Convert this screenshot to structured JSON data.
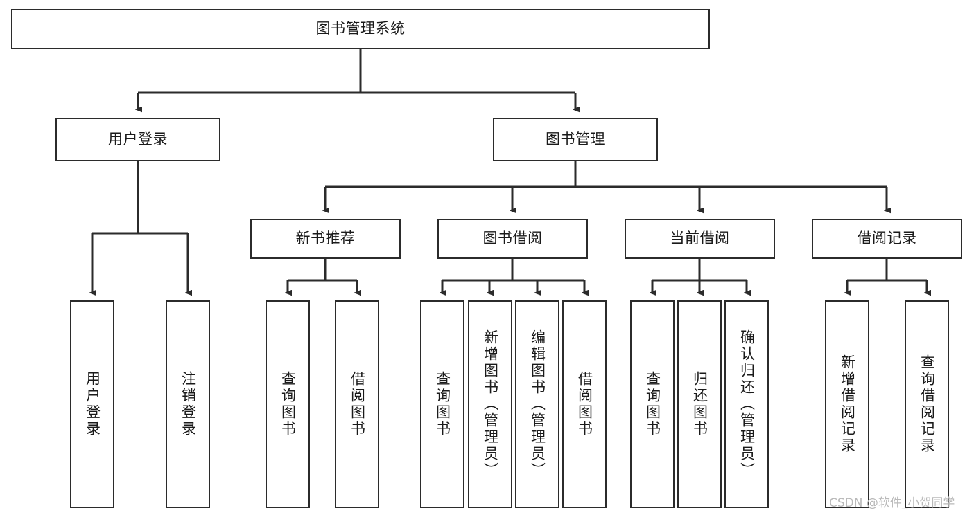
{
  "diagram": {
    "title": "图书管理系统",
    "type": "hierarchy-tree",
    "watermark": "CSDN @软件_小贺同学",
    "colors": {
      "box_border": "#2b2b2b",
      "box_fill": "#ffffff",
      "connector": "#2b2b2b",
      "text": "#1a1a1a",
      "watermark": "#b9b9b9"
    },
    "root": {
      "label": "图书管理系统"
    },
    "level1": [
      {
        "label": "用户登录"
      },
      {
        "label": "图书管理"
      }
    ],
    "level2": [
      {
        "label": "新书推荐"
      },
      {
        "label": "图书借阅"
      },
      {
        "label": "当前借阅"
      },
      {
        "label": "借阅记录"
      }
    ],
    "leaves": {
      "user_login": [
        {
          "label": "用户登录"
        },
        {
          "label": "注销登录"
        }
      ],
      "new_book_recommend": [
        {
          "label": "查询图书"
        },
        {
          "label": "借阅图书"
        }
      ],
      "book_borrow": [
        {
          "label": "查询图书"
        },
        {
          "label": "新增图书（管理员）"
        },
        {
          "label": "编辑图书（管理员）"
        },
        {
          "label": "借阅图书"
        }
      ],
      "current_borrow": [
        {
          "label": "查询图书"
        },
        {
          "label": "归还图书"
        },
        {
          "label": "确认归还（管理员）"
        }
      ],
      "borrow_record": [
        {
          "label": "新增借阅记录"
        },
        {
          "label": "查询借阅记录"
        }
      ]
    }
  }
}
